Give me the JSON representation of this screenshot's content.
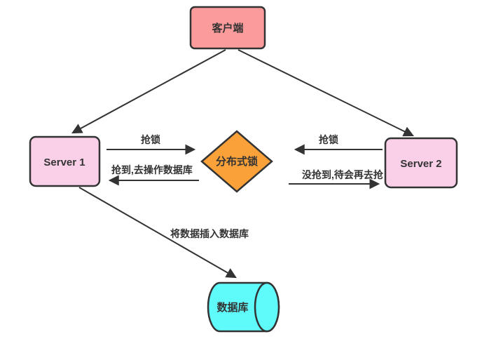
{
  "diagram": {
    "nodes": {
      "client": {
        "label": "客户端",
        "fill": "#FC9B9B"
      },
      "server1": {
        "label": "Server 1",
        "fill": "#FAD0E8"
      },
      "lock": {
        "label": "分布式锁",
        "fill": "#FAA239"
      },
      "server2": {
        "label": "Server 2",
        "fill": "#FAD0E8"
      },
      "database": {
        "label": "数据库",
        "fill": "#5FFAFA"
      }
    },
    "edges": {
      "server1_grab": {
        "label": "抢锁"
      },
      "server1_got": {
        "label": "抢到,去操作数据库"
      },
      "server2_grab": {
        "label": "抢锁"
      },
      "server2_miss": {
        "label": "没抢到,待会再去抢"
      },
      "insert": {
        "label": "将数据插入数据库"
      }
    },
    "colors": {
      "stroke": "#333333",
      "text": "#333333",
      "background": "#FFFFFF"
    }
  }
}
